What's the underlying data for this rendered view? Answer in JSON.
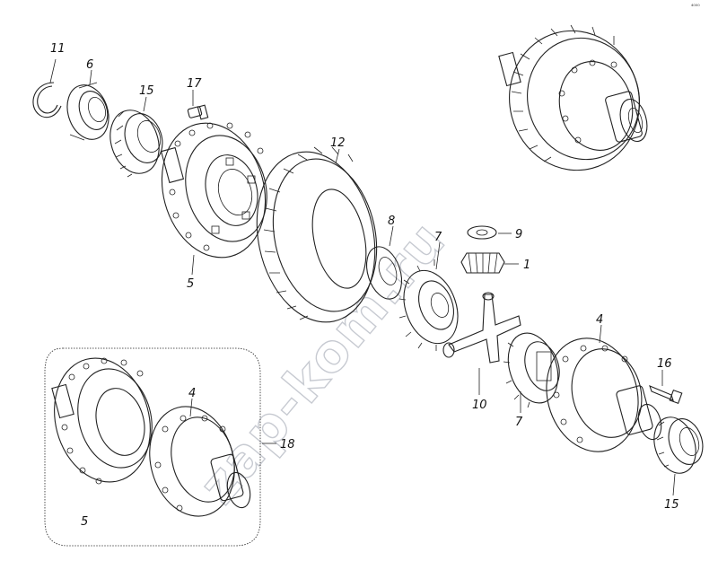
{
  "watermark": "zap-kom.ru",
  "corner_mark": "⁴⁰⁰⁰",
  "callouts": [
    {
      "id": "11",
      "text": "11"
    },
    {
      "id": "6",
      "text": "6"
    },
    {
      "id": "15a",
      "text": "15"
    },
    {
      "id": "17",
      "text": "17"
    },
    {
      "id": "12",
      "text": "12"
    },
    {
      "id": "5a",
      "text": "5"
    },
    {
      "id": "8",
      "text": "8"
    },
    {
      "id": "9",
      "text": "9"
    },
    {
      "id": "7a",
      "text": "7"
    },
    {
      "id": "1",
      "text": "1"
    },
    {
      "id": "4a",
      "text": "4"
    },
    {
      "id": "16",
      "text": "16"
    },
    {
      "id": "10",
      "text": "10"
    },
    {
      "id": "7b",
      "text": "7"
    },
    {
      "id": "15b",
      "text": "15"
    },
    {
      "id": "4b",
      "text": "4"
    },
    {
      "id": "18",
      "text": "18"
    },
    {
      "id": "5b",
      "text": "5"
    }
  ]
}
